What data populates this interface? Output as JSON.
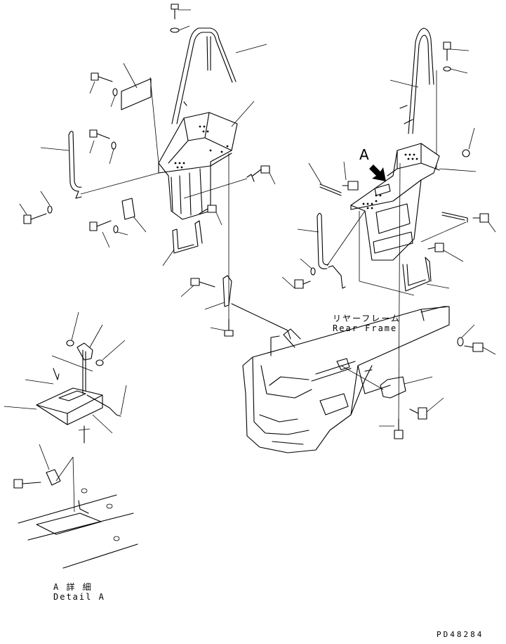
{
  "labels": {
    "view_marker": "A",
    "rear_frame_jp": "リヤーフレーム",
    "rear_frame_en": "Rear Frame",
    "detail_jp": "A 詳 細",
    "detail_en": "Detail A",
    "drawing_code": "PD48284"
  },
  "colors": {
    "line": "#000000",
    "background": "#ffffff"
  },
  "icons": {
    "view_arrow": "arrow-down-right-icon"
  }
}
